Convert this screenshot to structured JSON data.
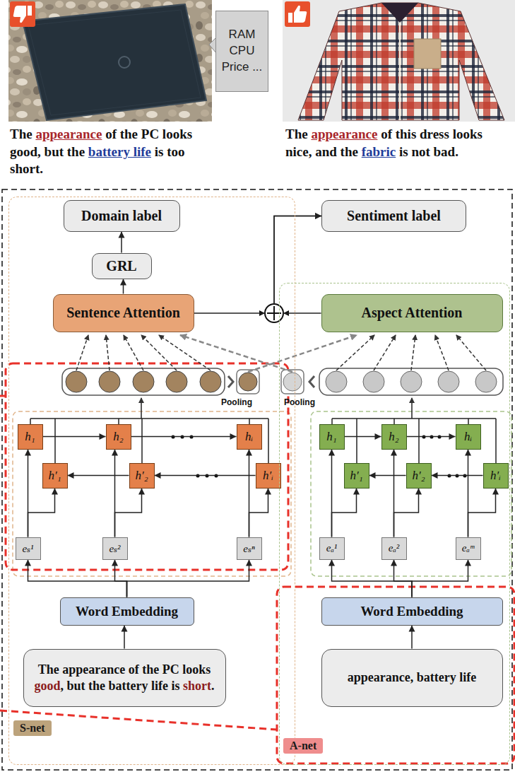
{
  "diagram": {
    "nodes": [
      {
        "text": [
          "RAM CPU Price ..."
        ]
      },
      {
        "text": [
          "S-net"
        ]
      },
      {
        "text": [
          "Domain label"
        ],
        "in": 1
      },
      {
        "text": [
          "GRL"
        ],
        "in": 1
      },
      {
        "text": [
          "Sentence Attention"
        ],
        "in": 1
      },
      {
        "text": [
          "h₁"
        ],
        "in": 1
      },
      {
        "text": [
          "h₂"
        ],
        "in": 1
      },
      {
        "text": [
          "hᵢ"
        ],
        "in": 1
      },
      {
        "text": [
          "h′₁"
        ],
        "in": 1
      },
      {
        "text": [
          "h′₂"
        ],
        "in": 1
      },
      {
        "text": [
          "h′ᵢ"
        ],
        "in": 1
      },
      {
        "text": [
          "eₛ¹"
        ],
        "in": 1
      },
      {
        "text": [
          "eₛ²"
        ],
        "in": 1
      },
      {
        "text": [
          "eₛⁿ"
        ],
        "in": 1
      },
      {
        "text": [
          "Word Embedding"
        ],
        "in": 1
      },
      {
        "text": [
          "The appearance of the PC looks good, but the battery life is short."
        ],
        "in": 1
      },
      {
        "text": [
          "Sentiment label"
        ]
      },
      {
        "text": [
          "A-net"
        ]
      },
      {
        "text": [
          "Aspect Attention"
        ],
        "in": 17
      },
      {
        "text": [
          "h₁"
        ],
        "in": 17
      },
      {
        "text": [
          "h₂"
        ],
        "in": 17
      },
      {
        "text": [
          "hᵢ"
        ],
        "in": 17
      },
      {
        "text": [
          "h′₁"
        ],
        "in": 17
      },
      {
        "text": [
          "h′₂"
        ],
        "in": 17
      },
      {
        "text": [
          "h′ᵢ"
        ],
        "in": 17
      },
      {
        "text": [
          "eₐ¹"
        ],
        "in": 17
      },
      {
        "text": [
          "eₐ²"
        ],
        "in": 17
      },
      {
        "text": [
          "eₐᵐ"
        ],
        "in": 17
      },
      {
        "text": [
          "Word Embedding"
        ],
        "in": 17
      },
      {
        "text": [
          "appearance, battery life"
        ],
        "in": 17
      }
    ],
    "edges": [
      {
        "from": 4,
        "to": 3,
        "arrow": "to"
      },
      {
        "from": 3,
        "to": 2,
        "arrow": "to"
      },
      {
        "from": 4,
        "to": 16,
        "arrow": "to"
      },
      {
        "from": 18,
        "to": 16,
        "arrow": "to"
      },
      {
        "from": 15,
        "to": 14,
        "arrow": "to"
      },
      {
        "from": 14,
        "to": 11,
        "arrow": "to"
      },
      {
        "from": 14,
        "to": 12,
        "arrow": "to"
      },
      {
        "from": 14,
        "to": 13,
        "arrow": "to"
      },
      {
        "from": 11,
        "to": 5,
        "arrow": "to"
      },
      {
        "from": 11,
        "to": 8,
        "arrow": "to"
      },
      {
        "from": 12,
        "to": 6,
        "arrow": "to"
      },
      {
        "from": 12,
        "to": 9,
        "arrow": "to"
      },
      {
        "from": 13,
        "to": 7,
        "arrow": "to"
      },
      {
        "from": 13,
        "to": 10,
        "arrow": "to"
      },
      {
        "from": 5,
        "to": 6,
        "arrow": "to"
      },
      {
        "from": 6,
        "to": 7,
        "arrow": "to"
      },
      {
        "from": 10,
        "to": 9,
        "arrow": "to"
      },
      {
        "from": 9,
        "to": 8,
        "arrow": "to"
      },
      {
        "from": 29,
        "to": 28,
        "arrow": "to"
      },
      {
        "from": 28,
        "to": 25,
        "arrow": "to"
      },
      {
        "from": 28,
        "to": 26,
        "arrow": "to"
      },
      {
        "from": 28,
        "to": 27,
        "arrow": "to"
      },
      {
        "from": 25,
        "to": 19,
        "arrow": "to"
      },
      {
        "from": 25,
        "to": 22,
        "arrow": "to"
      },
      {
        "from": 26,
        "to": 20,
        "arrow": "to"
      },
      {
        "from": 26,
        "to": 23,
        "arrow": "to"
      },
      {
        "from": 27,
        "to": 21,
        "arrow": "to"
      },
      {
        "from": 27,
        "to": 24,
        "arrow": "to"
      },
      {
        "from": 19,
        "to": 20,
        "arrow": "to"
      },
      {
        "from": 20,
        "to": 21,
        "arrow": "to"
      },
      {
        "from": 24,
        "to": 23,
        "arrow": "to"
      },
      {
        "from": 23,
        "to": 22,
        "arrow": "to"
      }
    ],
    "labels": [
      "The appearance of the PC looks good, but the battery life is too short.",
      "The appearance of this dress looks nice, and the fabric is not bad.",
      "Pooling",
      "Pooling"
    ]
  }
}
